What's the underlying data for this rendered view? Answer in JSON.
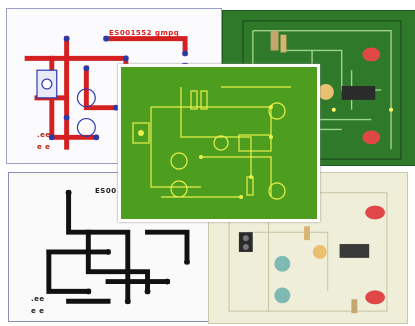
{
  "red_panel": {
    "title": "ES001552 gmpq",
    "footer": ".ee",
    "footer2": "e e"
  },
  "bw_panel": {
    "title": "ES00",
    "footer": ".ee",
    "footer2": "e e"
  },
  "colors": {
    "red_trace": "#d42020",
    "blue_pad": "#2a3aa8",
    "dark_board": "#2f7a2a",
    "front_board": "#4d9e1f",
    "cream_board": "#efeed8",
    "silkscreen": "#e8f04a"
  }
}
